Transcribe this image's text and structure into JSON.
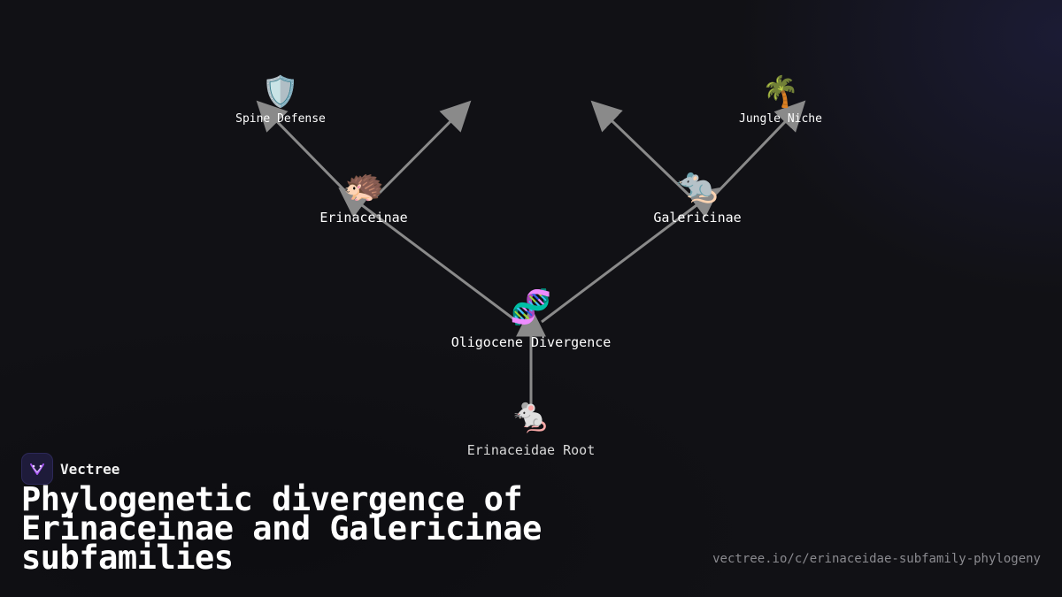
{
  "brand": {
    "name": "Vectree"
  },
  "title": "Phylogenetic divergence of Erinaceinae and Galericinae subfamilies",
  "url": "vectree.io/c/erinaceidae-subfamily-phylogeny",
  "colors": {
    "background": "#111115",
    "edge": "#8a8a8a",
    "text": "#ffffff",
    "logo_accent": "#a855f7"
  },
  "nodes": {
    "root": {
      "label": "Erinaceidae Root",
      "icon": "mouse-icon",
      "glyph": "🐁"
    },
    "divergence": {
      "label": "Oligocene Divergence",
      "icon": "dna-icon",
      "glyph": "🧬"
    },
    "erinaceinae": {
      "label": "Erinaceinae",
      "icon": "hedgehog-icon",
      "glyph": "🦔"
    },
    "galericinae": {
      "label": "Galericinae",
      "icon": "rat-icon",
      "glyph": "🐀"
    },
    "spine_defense": {
      "label": "Spine Defense",
      "icon": "shield-icon",
      "glyph": "🛡️"
    },
    "jungle_niche": {
      "label": "Jungle Niche",
      "icon": "palm-tree-icon",
      "glyph": "🌴"
    }
  },
  "edges": [
    {
      "from": "root",
      "to": "divergence"
    },
    {
      "from": "divergence",
      "to": "erinaceinae"
    },
    {
      "from": "divergence",
      "to": "galericinae"
    },
    {
      "from": "erinaceinae",
      "to": "spine_defense"
    },
    {
      "from": "erinaceinae",
      "to": "unlabeled-branch-left"
    },
    {
      "from": "galericinae",
      "to": "unlabeled-branch-right"
    },
    {
      "from": "galericinae",
      "to": "jungle_niche"
    }
  ]
}
